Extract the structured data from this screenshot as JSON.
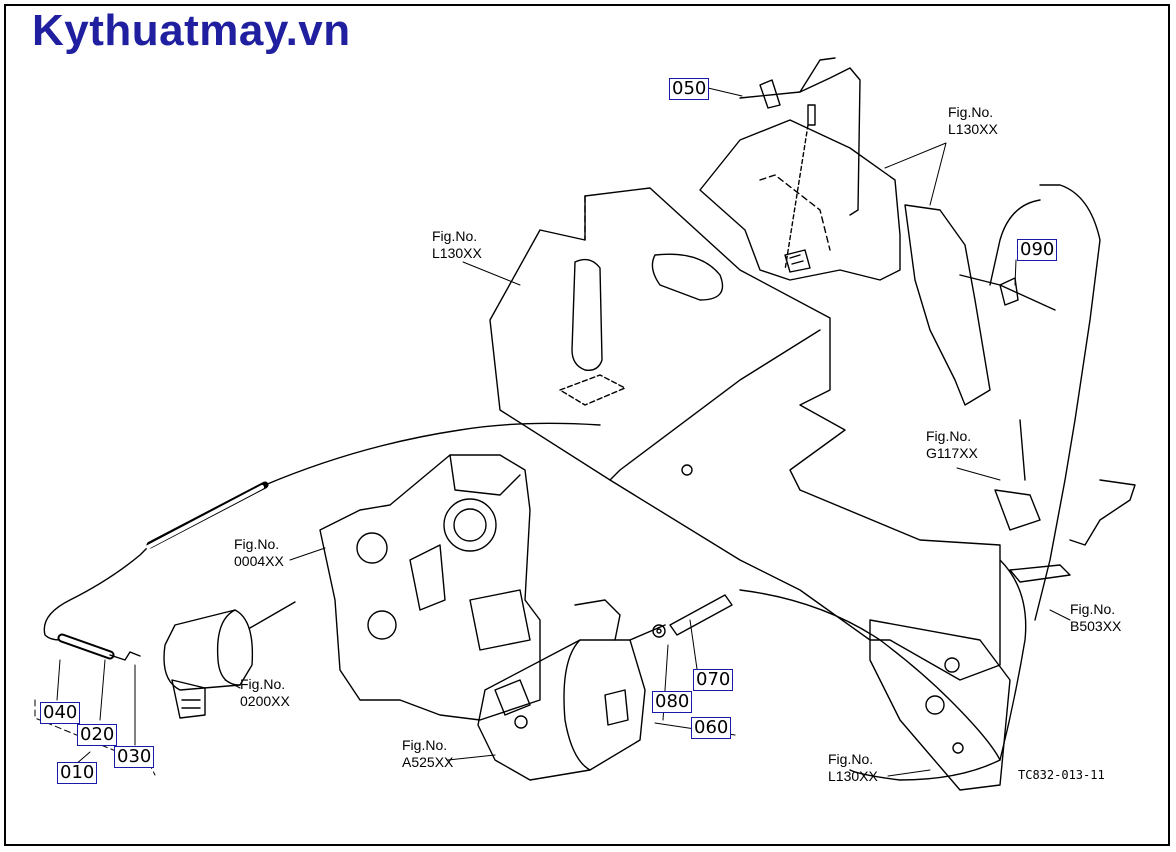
{
  "header": {
    "site": "Kythuatmay.vn"
  },
  "drawing_ref": "TC832-013-11",
  "part_codes": {
    "c050": "050",
    "c090": "090",
    "c040": "040",
    "c020": "020",
    "c030": "030",
    "c010": "010",
    "c080": "080",
    "c070": "070",
    "c060": "060"
  },
  "fig_refs": {
    "top_right": {
      "line1": "Fig.No.",
      "line2": "L130XX"
    },
    "top_left": {
      "line1": "Fig.No.",
      "line2": "L130XX"
    },
    "gear": {
      "line1": "Fig.No.",
      "line2": "G117XX"
    },
    "case": {
      "line1": "Fig.No.",
      "line2": "0004XX"
    },
    "motor": {
      "line1": "Fig.No.",
      "line2": "0200XX"
    },
    "starter": {
      "line1": "Fig.No.",
      "line2": "A525XX"
    },
    "frame": {
      "line1": "Fig.No.",
      "line2": "B503XX"
    },
    "bottom": {
      "line1": "Fig.No.",
      "line2": "L130XX"
    }
  }
}
